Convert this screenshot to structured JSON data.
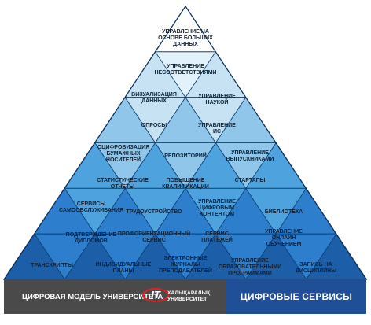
{
  "footer": {
    "model_title": "ЦИФРОВАЯ МОДЕЛЬ УНИВЕРСИТЕТА",
    "services_title": "ЦИФРОВЫЕ СЕРВИСЫ",
    "logo_mark": "IT",
    "logo_line1": "ХАЛЫҚАРАЛЫҚ",
    "logo_line2": "УНИВЕРСИТЕТ"
  },
  "colors": {
    "tier1": "#ffffff",
    "tier2": "#c6e2f3",
    "tier3": "#8fc6ea",
    "tier4": "#4ea3de",
    "tier5": "#2d7fcd",
    "tier6": "#1d5ea9",
    "footer_dark": "#4a4a4a",
    "footer_blue": "#1f4f97"
  },
  "labels": {
    "big_data": "УПРАВЛЕНИЕ НА\nОСНОВЕ БОЛЬШИХ\nДАННЫХ",
    "nonconformity": "УПРАВЛЕНИЕ\nНЕСООТВЕТСТВИЯМИ",
    "data_viz": "ВИЗУАЛИЗАЦИЯ\nДАННЫХ",
    "science": "УПРАВЛЕНИЕ\nНАУКОЙ",
    "surveys": "ОПРОСЫ",
    "is_management": "УПРАВЛЕНИЕ\nИС",
    "digitization": "ОЦИФРОВИЗАЦИЯ\nБУМАЖНЫХ\nНОСИТЕЛЕЙ",
    "repository": "РЕПОЗИТОРИЙ",
    "graduates": "УПРАВЛЕНИЕ\nВЫПУСКНИКАМИ",
    "stat_reports": "СТАТИСТИЧЕСКИЕ\nОТЧЕТЫ",
    "qualification": "ПОВЫШЕНИЕ\nКВАЛИФИКАЦИИ",
    "startups": "СТАРТАПЫ",
    "self_service": "СЕРВИСЫ\nСАМООБСЛУЖИВАНИЯ",
    "employment": "ТРУДОУСТРОЙСТВО",
    "digital_content": "УПРАВЛЕНИЕ\nЦИФРОВЫМ\nКОНТЕНТОМ",
    "library": "БИБЛИОТЕКА",
    "diplomas": "ПОДТВЕРЖДЕНИЕ\nДИПЛОМОВ",
    "career_service": "ПРОФОРИЕНТАЦИОННЫЙ\nСЕРВИС",
    "payments": "СЕРВИС\nПЛАТЕЖЕЙ",
    "online_learning": "УПРАВЛЕНИЕ\nОНЛАЙН\nОБУЧЕНИЕМ",
    "transcripts": "ТРАНСКРИПТЫ",
    "individual_plans": "ИНДИВИДУАЛЬНЫЕ\nПЛАНЫ",
    "e_journals": "ЭЛЕКТРОННЫЕ\nЖУРНАЛЫ\nПРЕПОДАВАТЕЛЕЙ",
    "edu_programs": "УПРАВЛЕНИЕ\nОБРАЗОВАТЕЛЬНЫМИ\nПРОГРАММАМИ",
    "course_enrollment": "ЗАПИСЬ НА\nДИСЦИПЛИНЫ"
  }
}
